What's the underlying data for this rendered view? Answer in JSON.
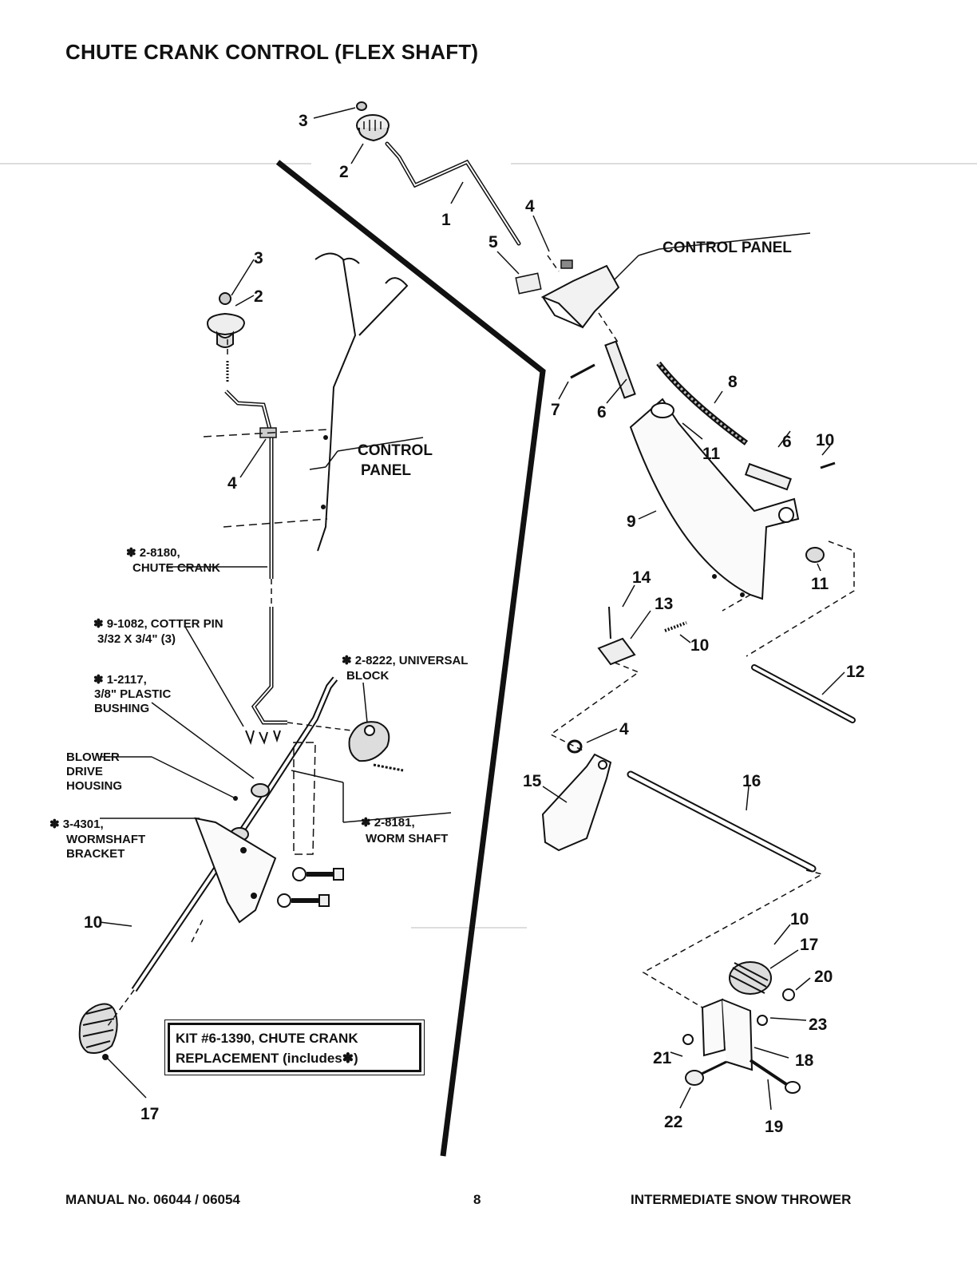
{
  "title": "CHUTE CRANK CONTROL (FLEX SHAFT)",
  "footer": {
    "manual": "MANUAL No. 06044 / 06054",
    "page": "8",
    "product": "INTERMEDIATE SNOW THROWER"
  },
  "kit": {
    "line1": "KIT #6-1390, CHUTE CRANK",
    "line2": "REPLACEMENT (includes✽)"
  },
  "labels": {
    "control_panel_right": "CONTROL PANEL",
    "control_panel_left_1": "CONTROL",
    "control_panel_left_2": "PANEL",
    "chute_crank_1": "✽ 2-8180,",
    "chute_crank_2": "CHUTE CRANK",
    "cotter_1": "✽ 9-1082, COTTER PIN",
    "cotter_2": "3/32 X 3/4\" (3)",
    "bushing_1": "✽ 1-2117,",
    "bushing_2": "3/8\" PLASTIC",
    "bushing_3": "BUSHING",
    "universal_1": "✽ 2-8222, UNIVERSAL",
    "universal_2": "BLOCK",
    "blower_1": "BLOWER",
    "blower_2": "DRIVE",
    "blower_3": "HOUSING",
    "wormshaft_1": "✽ 2-8181,",
    "wormshaft_2": "WORM SHAFT",
    "bracket_1": "✽ 3-4301,",
    "bracket_2": "WORMSHAFT",
    "bracket_3": "BRACKET"
  },
  "callouts": {
    "n1": "1",
    "n2a": "2",
    "n3a": "3",
    "n4a": "4",
    "n5": "5",
    "n6a": "6",
    "n7": "7",
    "n8": "8",
    "n6b": "6",
    "n10a": "10",
    "n11a": "11",
    "n9": "9",
    "n11b": "11",
    "n14": "14",
    "n13": "13",
    "n10b": "10",
    "n12": "12",
    "n4b": "4",
    "n15": "15",
    "n16": "16",
    "n10c": "10",
    "n17a": "17",
    "n20": "20",
    "n23": "23",
    "n21": "21",
    "n18": "18",
    "n22": "22",
    "n19": "19",
    "n3b": "3",
    "n2b": "2",
    "n4c": "4",
    "n10d": "10",
    "n17b": "17"
  }
}
